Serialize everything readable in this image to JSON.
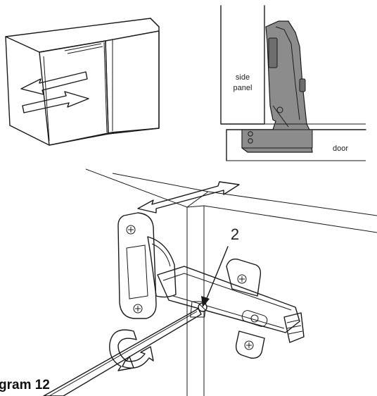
{
  "labels": {
    "side_panel_line1": "side",
    "side_panel_line2": "panel",
    "door": "door",
    "screw_number": "2"
  },
  "caption": "gram 12",
  "colors": {
    "ink": "#1a1a1a",
    "hinge_fill": "#8c8c8c",
    "hinge_dark": "#6e6e6e"
  }
}
